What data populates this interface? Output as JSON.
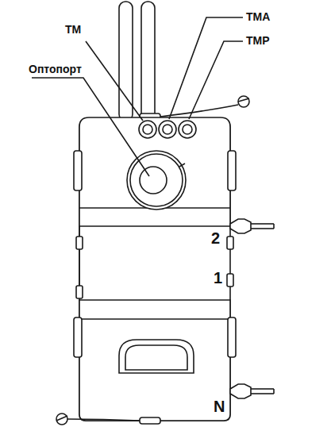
{
  "diagram": {
    "labels": [
      "ТМ",
      "ТМА",
      "ТМР",
      "Оптопорт",
      "2",
      "1",
      "N"
    ]
  }
}
